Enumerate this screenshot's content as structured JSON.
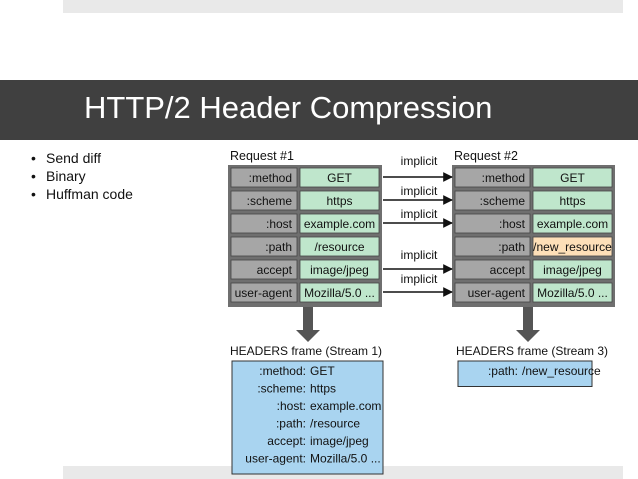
{
  "slide": {
    "title": "HTTP/2 Header Compression",
    "bullets": [
      "Send diff",
      "Binary",
      "Huffman code"
    ]
  },
  "diagram": {
    "request1": {
      "label": "Request #1",
      "rows": [
        {
          "name": ":method",
          "value": "GET"
        },
        {
          "name": ":scheme",
          "value": "https"
        },
        {
          "name": ":host",
          "value": "example.com"
        },
        {
          "name": ":path",
          "value": "/resource"
        },
        {
          "name": "accept",
          "value": "image/jpeg"
        },
        {
          "name": "user-agent",
          "value": "Mozilla/5.0 ..."
        }
      ]
    },
    "request2": {
      "label": "Request #2",
      "rows": [
        {
          "name": ":method",
          "value": "GET"
        },
        {
          "name": ":scheme",
          "value": "https"
        },
        {
          "name": ":host",
          "value": "example.com"
        },
        {
          "name": ":path",
          "value": "/new_resource",
          "changed": true
        },
        {
          "name": "accept",
          "value": "image/jpeg"
        },
        {
          "name": "user-agent",
          "value": "Mozilla/5.0 ..."
        }
      ]
    },
    "implicit_label": "implicit",
    "implicit_rows": [
      0,
      1,
      2,
      4,
      5
    ],
    "frame1": {
      "label": "HEADERS frame (Stream 1)",
      "lines": [
        {
          "name": ":method:",
          "value": "GET"
        },
        {
          "name": ":scheme:",
          "value": "https"
        },
        {
          "name": ":host:",
          "value": "example.com"
        },
        {
          "name": ":path:",
          "value": "/resource"
        },
        {
          "name": "accept:",
          "value": "image/jpeg"
        },
        {
          "name": "user-agent:",
          "value": "Mozilla/5.0 ..."
        }
      ]
    },
    "frame2": {
      "label": "HEADERS frame (Stream 3)",
      "lines": [
        {
          "name": ":path:",
          "value": "/new_resource"
        }
      ]
    },
    "colors": {
      "name_cell": "#a6a6a6",
      "value_cell": "#bfe6cc",
      "changed_cell": "#fddfb8",
      "table_bg": "#6f6f6f",
      "frame_fill": "#a9d4f0",
      "arrow": "#555555"
    }
  }
}
